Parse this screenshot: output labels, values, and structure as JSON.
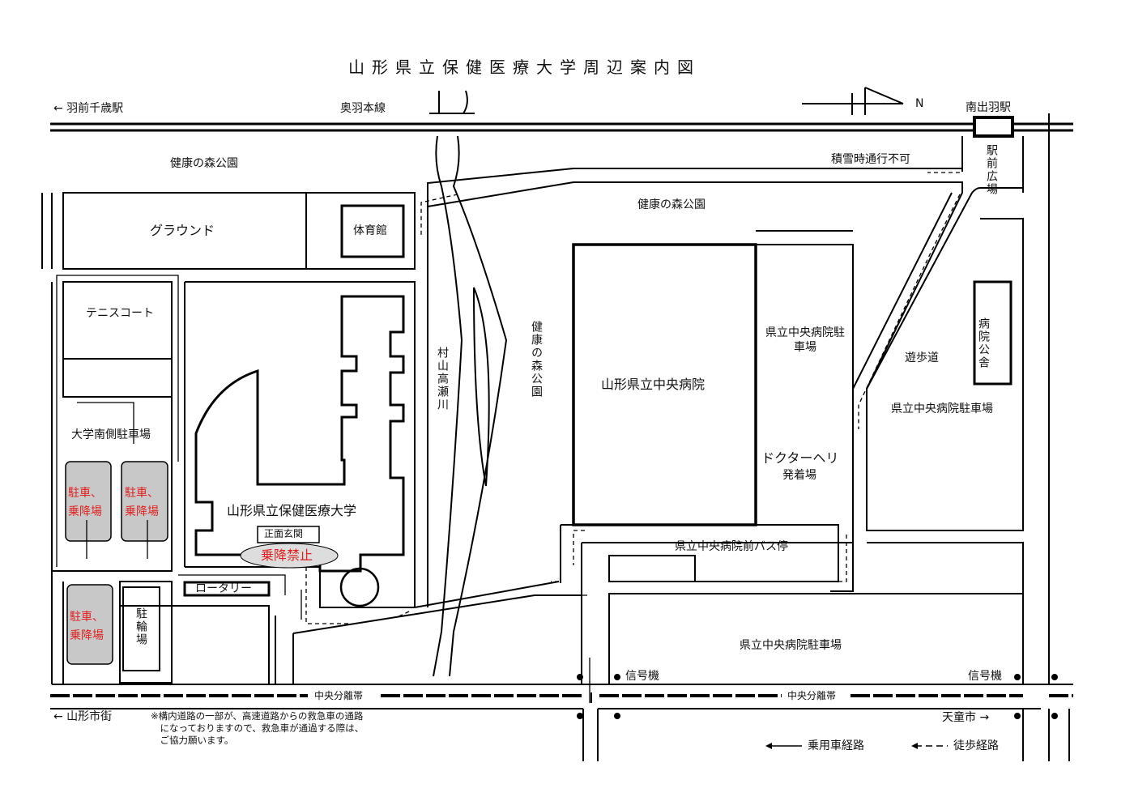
{
  "title": "山形県立保健医療大学周辺案内図",
  "north": "N",
  "labels": {
    "hazen_chitose": "← 羽前千歳駅",
    "ou_line": "奥羽本線",
    "minami_dewa": "南出羽駅",
    "ekimae": "駅前広場",
    "snow": "積雪時通行不可",
    "park_top": "健康の森公園",
    "park_center": "健康の森公園",
    "park_vertical": "健康の森公園",
    "ground": "グラウンド",
    "gym": "体育館",
    "tennis": "テニスコート",
    "south_parking": "大学南側駐車場",
    "parking1": "駐車、乗降場",
    "parking2": "駐車、乗降場",
    "parking3": "駐車、乗降場",
    "bicycle": "駐輪場",
    "rotary": "ロータリー",
    "university": "山形県立保健医療大学",
    "entrance": "正面玄関",
    "no_stop": "乗降禁止",
    "river": "村山高瀬川",
    "hospital": "山形県立中央病院",
    "hosp_parking_a": "県立中央病院駐車場",
    "heli": "ドクターヘリ",
    "heli2": "発着場",
    "dorm": "病院公舎",
    "walkway": "遊歩道",
    "hosp_parking_b": "県立中央病院駐車場",
    "bus_stop": "県立中央病院前バス停",
    "hosp_parking_c": "県立中央病院駐車場",
    "signal1": "信号機",
    "signal2": "信号機",
    "median1": "中央分離帯",
    "median2": "中央分離帯",
    "yamagata": "← 山形市街",
    "tendo": "天童市 →",
    "note": "※構内道路の一部が、高速道路からの救急車の通路\n　になっておりますので、救急車が通過する際は、\n　ご協力願います。",
    "legend_car": "乗用車経路",
    "legend_walk": "徒歩経路"
  },
  "colors": {
    "red": "#e02020",
    "gray": "#c8c8c8"
  }
}
